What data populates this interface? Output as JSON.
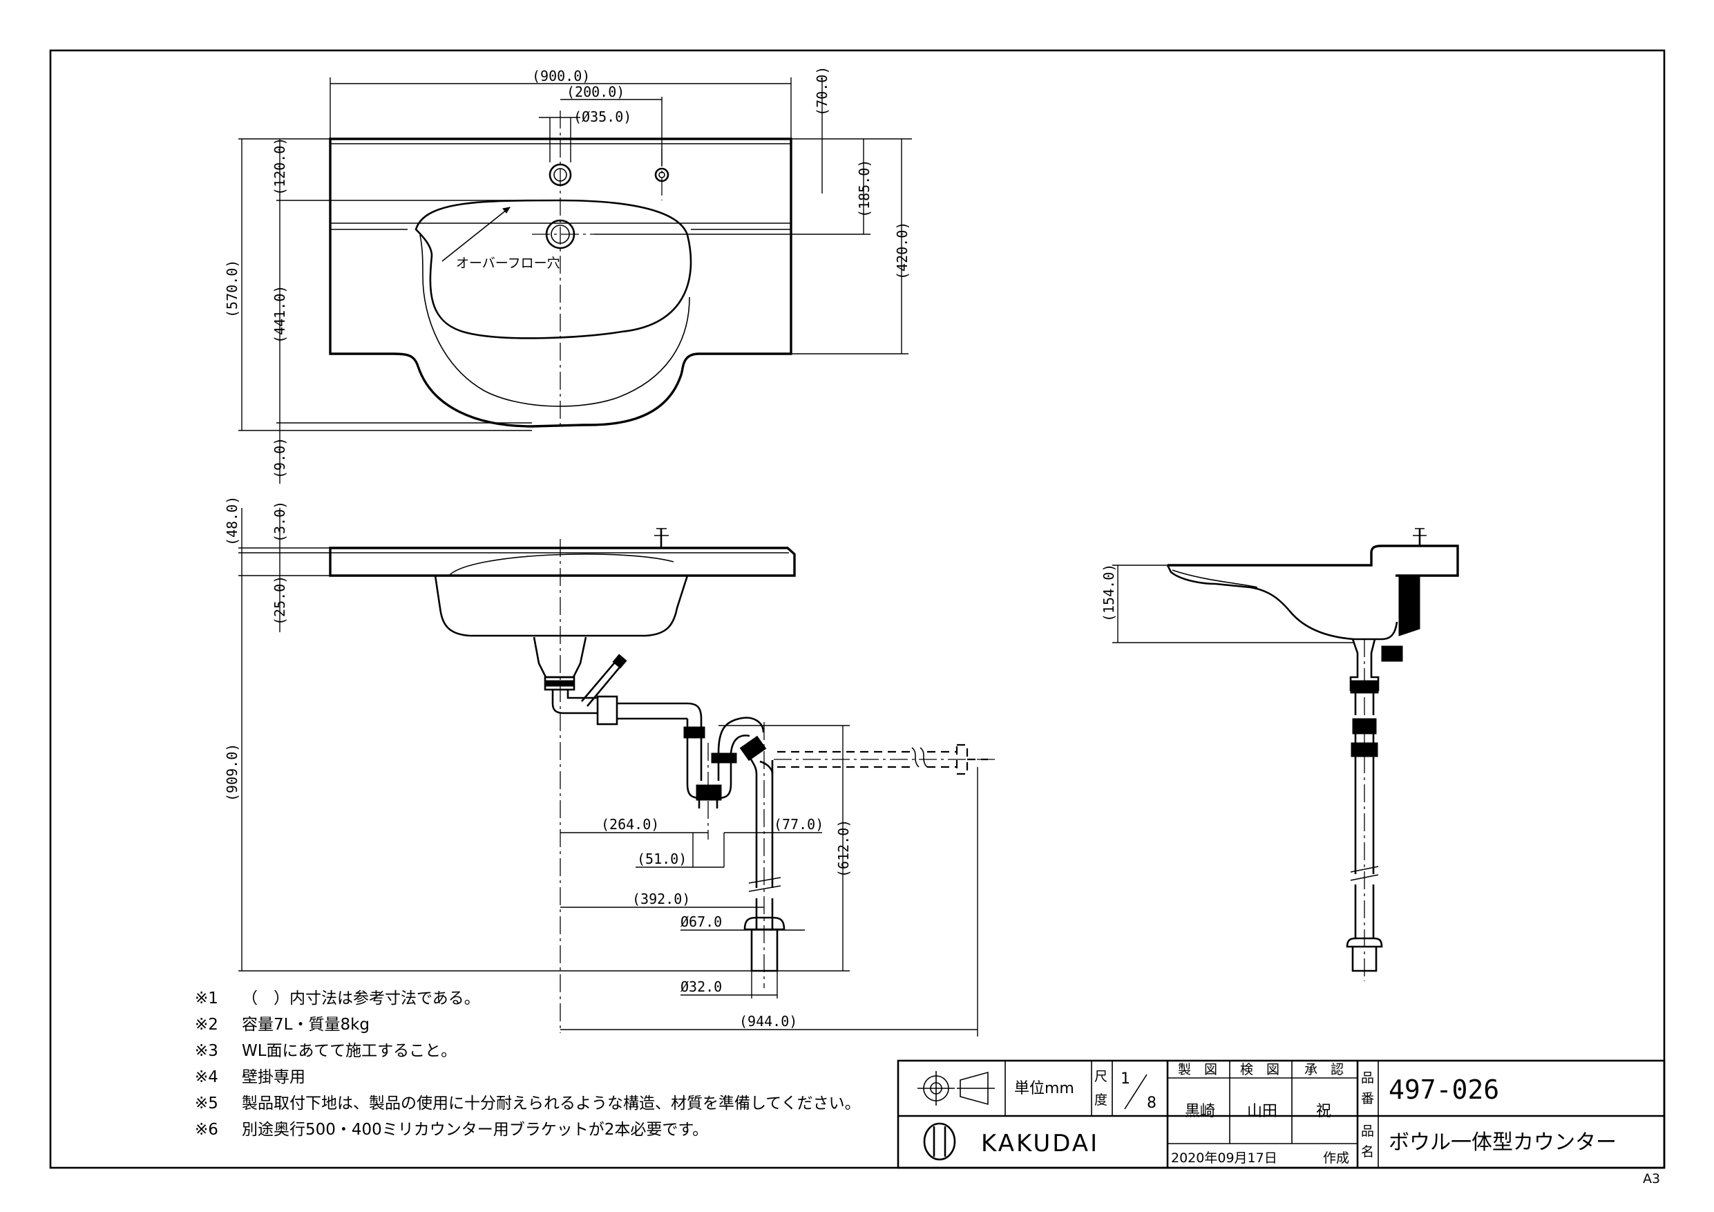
{
  "dimensions": {
    "top_width": "(900.0)",
    "faucet_offset": "(200.0)",
    "faucet_hole": "(Ø35.0)",
    "backsplash_top": "(70.0)",
    "backsplash_depth": "(120.0)",
    "total_depth": "(570.0)",
    "bowl_depth": "(441.0)",
    "front_offset": "(9.0)",
    "drain_from_back": "(185.0)",
    "counter_depth": "(420.0)",
    "overflow_label": "オーバーフロー穴",
    "rim_height": "(48.0)",
    "rim_step": "(3.0)",
    "counter_thickness": "(25.0)",
    "floor_height": "(909.0)",
    "trap_offset_264": "(264.0)",
    "trap_offset_77": "(77.0)",
    "trap_offset_51": "(51.0)",
    "trap_offset_392": "(392.0)",
    "trap_height": "(612.0)",
    "pipe_outer": "Ø67.0",
    "pipe_inner": "Ø32.0",
    "overall_projection": "(944.0)",
    "side_bowl_height": "(154.0)"
  },
  "notes": [
    {
      "mark": "※1",
      "text": "（　）内寸法は参考寸法である。"
    },
    {
      "mark": "※2",
      "text": "容量7L・質量8kg"
    },
    {
      "mark": "※3",
      "text": "WL面にあてて施工すること。"
    },
    {
      "mark": "※4",
      "text": "壁掛専用"
    },
    {
      "mark": "※5",
      "text": "製品取付下地は、製品の使用に十分耐えられるような構造、材質を準備してください。"
    },
    {
      "mark": "※6",
      "text": "別途奥行500・400ミリカウンター用ブラケットが2本必要です。"
    }
  ],
  "title_block": {
    "unit_label": "単位mm",
    "scale_label_top": "尺",
    "scale_label_bottom": "度",
    "scale_num": "1",
    "scale_den": "8",
    "drawn_label": "製　図",
    "checked_label": "検　図",
    "approved_label": "承　認",
    "drawn_by": "黒崎",
    "checked_by": "山田",
    "approved_by": "祝",
    "date_text": "2020年09月17日",
    "created_label": "作成",
    "part_no_label_top": "品",
    "part_no_label_bottom": "番",
    "part_no": "497-026",
    "name_label_top": "品",
    "name_label_bottom": "名",
    "product_name": "ボウル一体型カウンター",
    "company": "KAKUDAI"
  },
  "sheet_size": "A3"
}
